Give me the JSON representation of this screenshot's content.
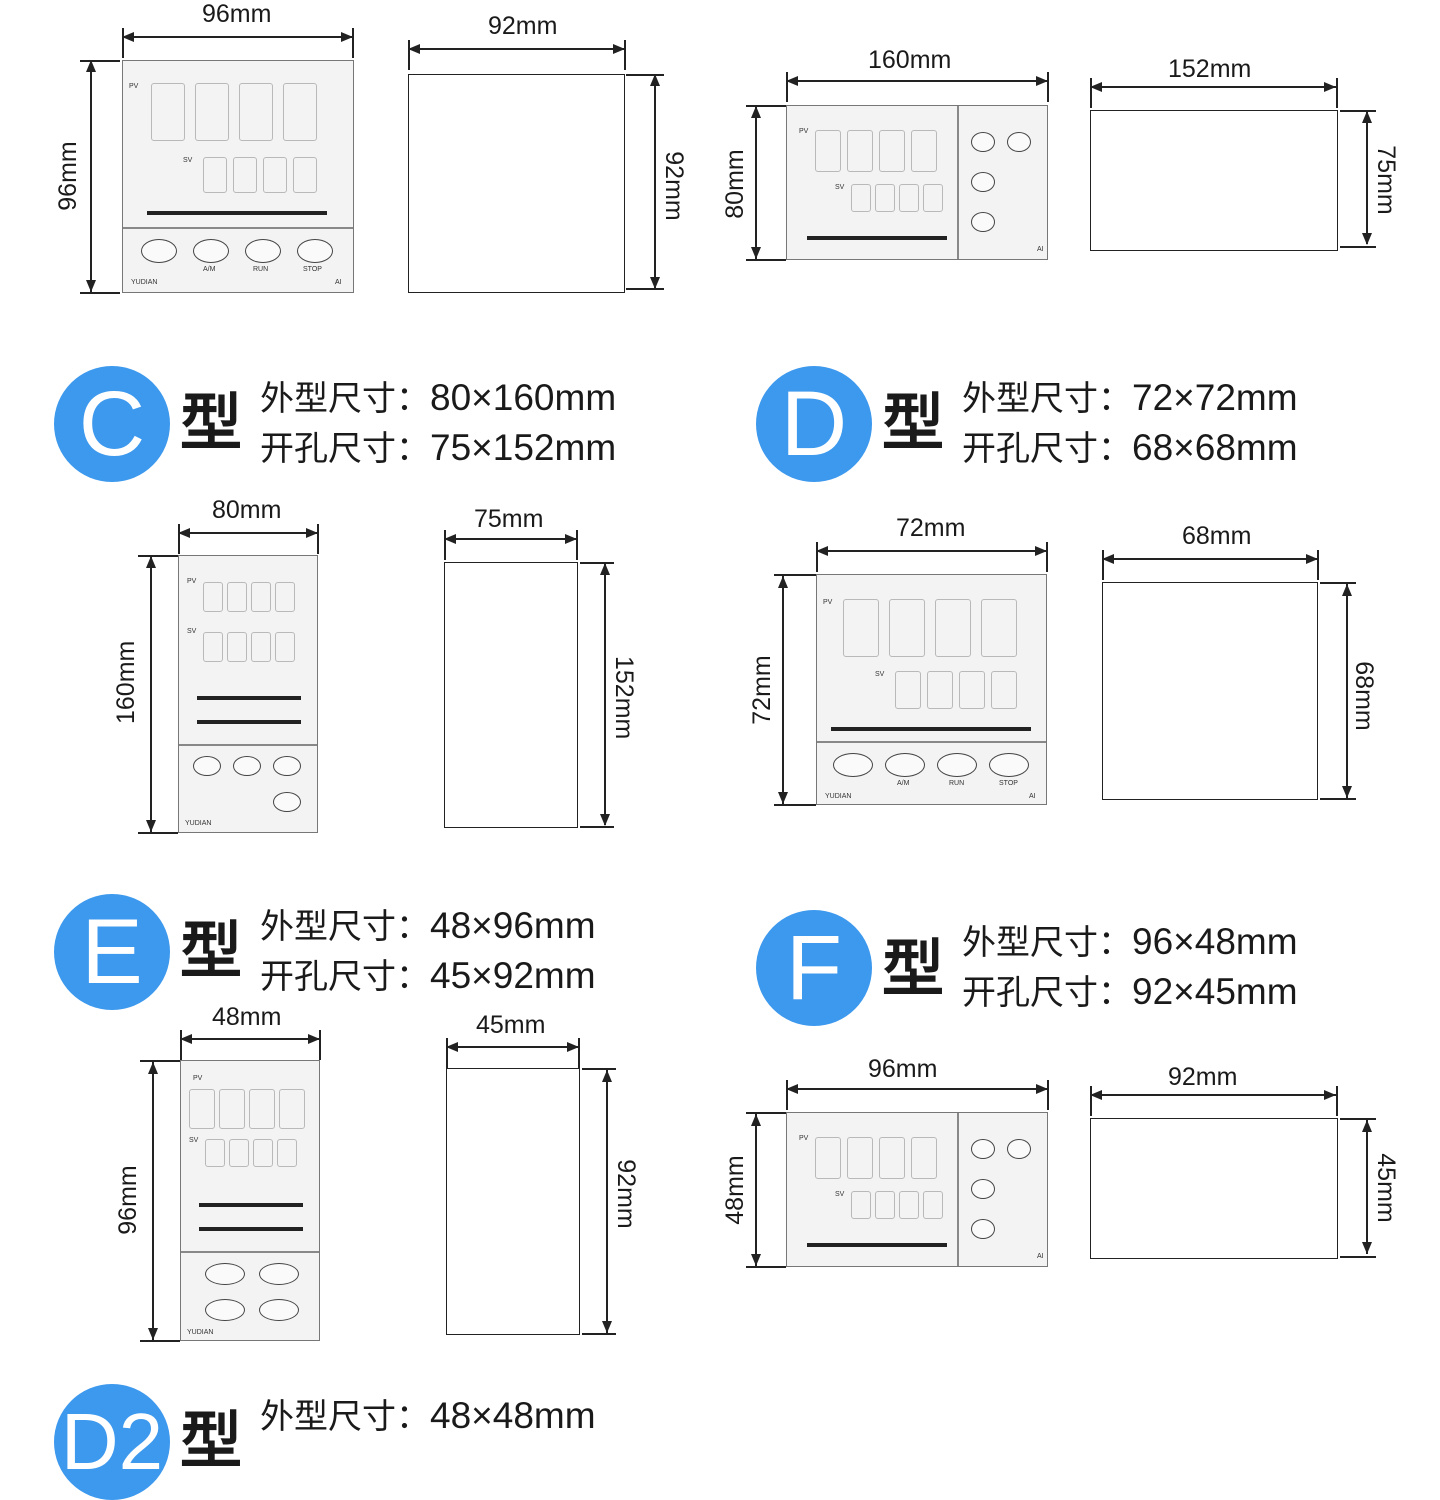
{
  "accent_color": "#3d99ee",
  "type_char": "型",
  "outer_label": "外型尺寸：",
  "cutout_label": "开孔尺寸：",
  "sections": [
    {
      "id": "top-left",
      "outer_w": "96mm",
      "outer_h": "96mm",
      "cut_w": "92mm",
      "cut_h": "92mm"
    },
    {
      "id": "top-right",
      "outer_w": "160mm",
      "outer_h": "80mm",
      "cut_w": "152mm",
      "cut_h": "75mm"
    },
    {
      "id": "C",
      "letter": "C",
      "outer": "80×160mm",
      "cutout": "75×152mm",
      "outer_w": "80mm",
      "outer_h": "160mm",
      "cut_w": "75mm",
      "cut_h": "152mm"
    },
    {
      "id": "D",
      "letter": "D",
      "outer": "72×72mm",
      "cutout": "68×68mm",
      "outer_w": "72mm",
      "outer_h": "72mm",
      "cut_w": "68mm",
      "cut_h": "68mm"
    },
    {
      "id": "E",
      "letter": "E",
      "outer": "48×96mm",
      "cutout": "45×92mm",
      "outer_w": "48mm",
      "outer_h": "96mm",
      "cut_w": "45mm",
      "cut_h": "92mm"
    },
    {
      "id": "F",
      "letter": "F",
      "outer": "96×48mm",
      "cutout": "92×45mm",
      "outer_w": "96mm",
      "outer_h": "48mm",
      "cut_w": "92mm",
      "cut_h": "45mm"
    },
    {
      "id": "D2",
      "letter": "D2",
      "outer": "48×48mm"
    }
  ],
  "device_labels": {
    "pv": "PV",
    "sv": "SV",
    "am": "A/M",
    "run": "RUN",
    "stop": "STOP",
    "brand": "YUDIAN",
    "model": "AI"
  },
  "icons": [
    "set-icon",
    "left-arrow-icon",
    "down-arrow-icon",
    "up-arrow-icon"
  ]
}
